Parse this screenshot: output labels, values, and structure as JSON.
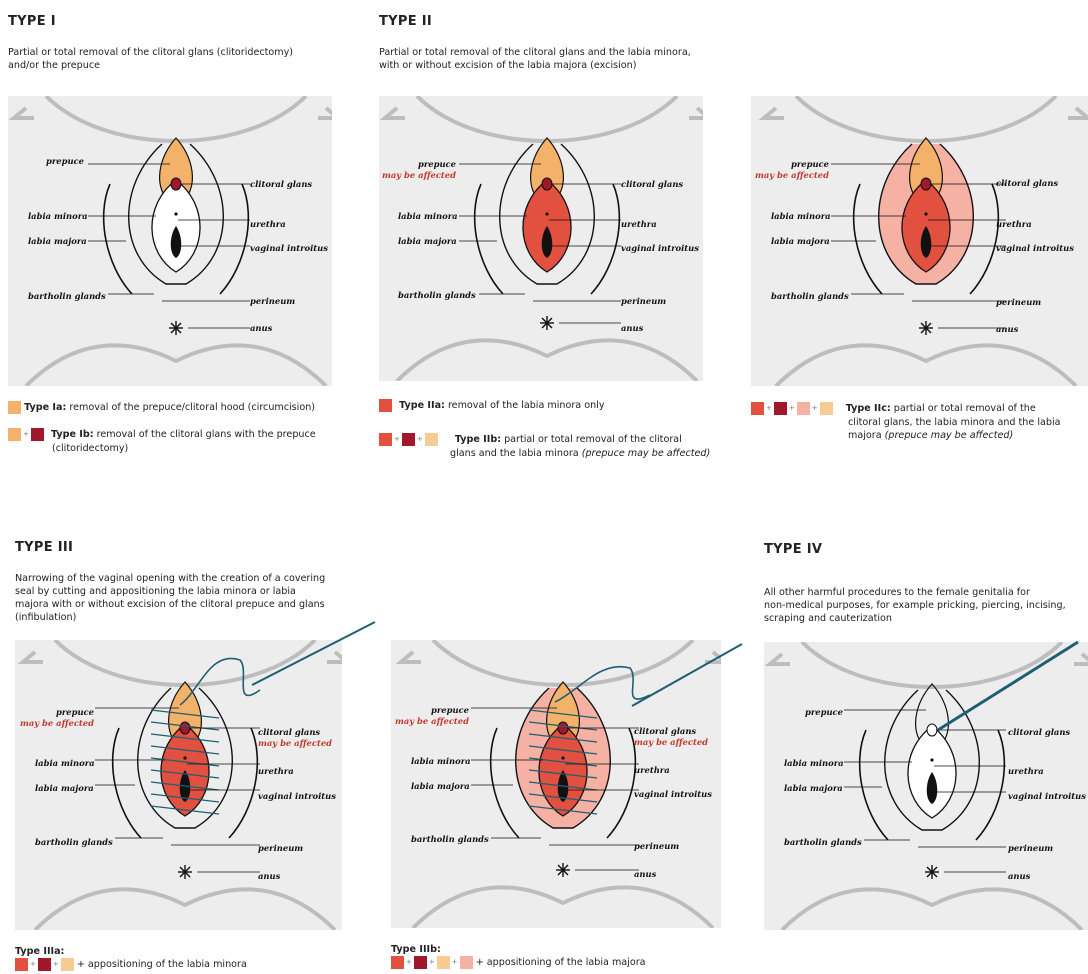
{
  "colors": {
    "prepuce": "#f3b16a",
    "glans": "#a0182c",
    "minora": "#e25040",
    "pale": "#f7cc94",
    "majora": "#f5b1a4",
    "panel_bg": "#ededed",
    "label_red": "#c0392b",
    "needle": "#1f5f73"
  },
  "labels": {
    "prepuce": "prepuce",
    "may_be_affected": "may be affected",
    "clitoral_glans": "clitoral glans",
    "labia_minora": "labia minora",
    "urethra": "urethra",
    "labia_majora": "labia majora",
    "vaginal_introitus": "vaginal introitus",
    "bartholin_glands": "bartholin glands",
    "perineum": "perineum",
    "anus": "anus"
  },
  "type1": {
    "title": "TYPE I",
    "desc_line1": "Partial or total removal of the clitoral glans (clitoridectomy)",
    "desc_line2": "and/or the prepuce",
    "legend_a_bold": "Type Ia:",
    "legend_a_text": " removal of the prepuce/clitoral hood (circumcision)",
    "legend_b_bold": "Type Ib:",
    "legend_b_text_line1": " removal of the clitoral glans with the prepuce",
    "legend_b_text_line2": "(clitoridectomy)"
  },
  "type2": {
    "title": "TYPE II",
    "desc_line1": "Partial or total removal of the clitoral glans and the labia minora,",
    "desc_line2": "with or without excision of the labia majora (excision)",
    "legend_a_bold": "Type IIa:",
    "legend_a_text": " removal of the labia minora only",
    "legend_b_bold": "Type IIb:",
    "legend_b_text_line1": " partial or total removal of the clitoral",
    "legend_b_text_line2": "glans and the labia minora",
    "legend_b_text_italic": " (prepuce may be affected)",
    "legend_c_bold": "Type IIc:",
    "legend_c_text_line1": " partial or total removal of the",
    "legend_c_text_line2": "clitoral glans, the labia minora and the labia",
    "legend_c_text_line3": "majora",
    "legend_c_text_italic": " (prepuce may be affected)"
  },
  "type3": {
    "title": "TYPE III",
    "desc_line1": "Narrowing of the vaginal opening with the creation of a covering",
    "desc_line2": "seal by cutting and appositioning the labia minora or labia",
    "desc_line3": "majora with or without excision of the clitoral prepuce and glans",
    "desc_line4": "(infibulation)",
    "legend_a_bold": "Type IIIa:",
    "legend_a_text": "+ appositioning of the labia minora",
    "legend_b_bold": "Type IIIb:",
    "legend_b_text": "+ appositioning of the labia majora"
  },
  "type4": {
    "title": "TYPE IV",
    "desc_line1": "All other harmful procedures to the female genitalia for",
    "desc_line2": "non-medical purposes, for example pricking, piercing, incising,",
    "desc_line3": "scraping and cauterization"
  }
}
